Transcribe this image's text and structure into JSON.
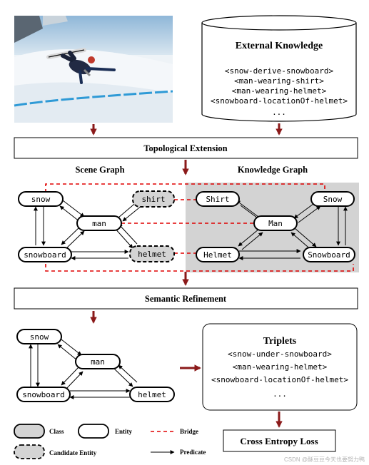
{
  "external_knowledge": {
    "title": "External Knowledge",
    "lines": [
      "<snow-derive-snowboard>",
      "<man-wearing-shirt>",
      "<man-wearing-helmet>",
      "<snowboard-locationOf-helmet>",
      "..."
    ]
  },
  "topological_extension": {
    "label": "Topological Extension"
  },
  "scene_graph": {
    "title": "Scene Graph",
    "nodes": {
      "snow": "snow",
      "man": "man",
      "shirt": "shirt",
      "snowboard": "snowboard",
      "helmet": "helmet"
    }
  },
  "knowledge_graph": {
    "title": "Knowledge Graph",
    "nodes": {
      "shirt": "Shirt",
      "snow": "Snow",
      "man": "Man",
      "helmet": "Helmet",
      "snowboard": "Snowboard"
    }
  },
  "semantic_refinement": {
    "label": "Semantic Refinement"
  },
  "refined_graph": {
    "nodes": {
      "snow": "snow",
      "man": "man",
      "snowboard": "snowboard",
      "helmet": "helmet"
    }
  },
  "triplets": {
    "title": "Triplets",
    "lines": [
      "<snow-under-snowboard>",
      "<man-wearing-helmet>",
      "<snowboard-locationOf-helmet>",
      "..."
    ]
  },
  "loss": {
    "label": "Cross Entropy Loss"
  },
  "legend": {
    "class": "Class",
    "entity": "Entity",
    "bridge": "Bridge",
    "candidate_entity": "Candidate Entity",
    "predicate": "Predicate"
  },
  "watermark": "CSDN @酥豆豆今天也要努力鸭",
  "colors": {
    "arrow_red": "#8b1a1a",
    "bridge_red": "#e00000",
    "class_fill": "#d4d4d4",
    "knowledge_panel": "#d3d3d3"
  }
}
